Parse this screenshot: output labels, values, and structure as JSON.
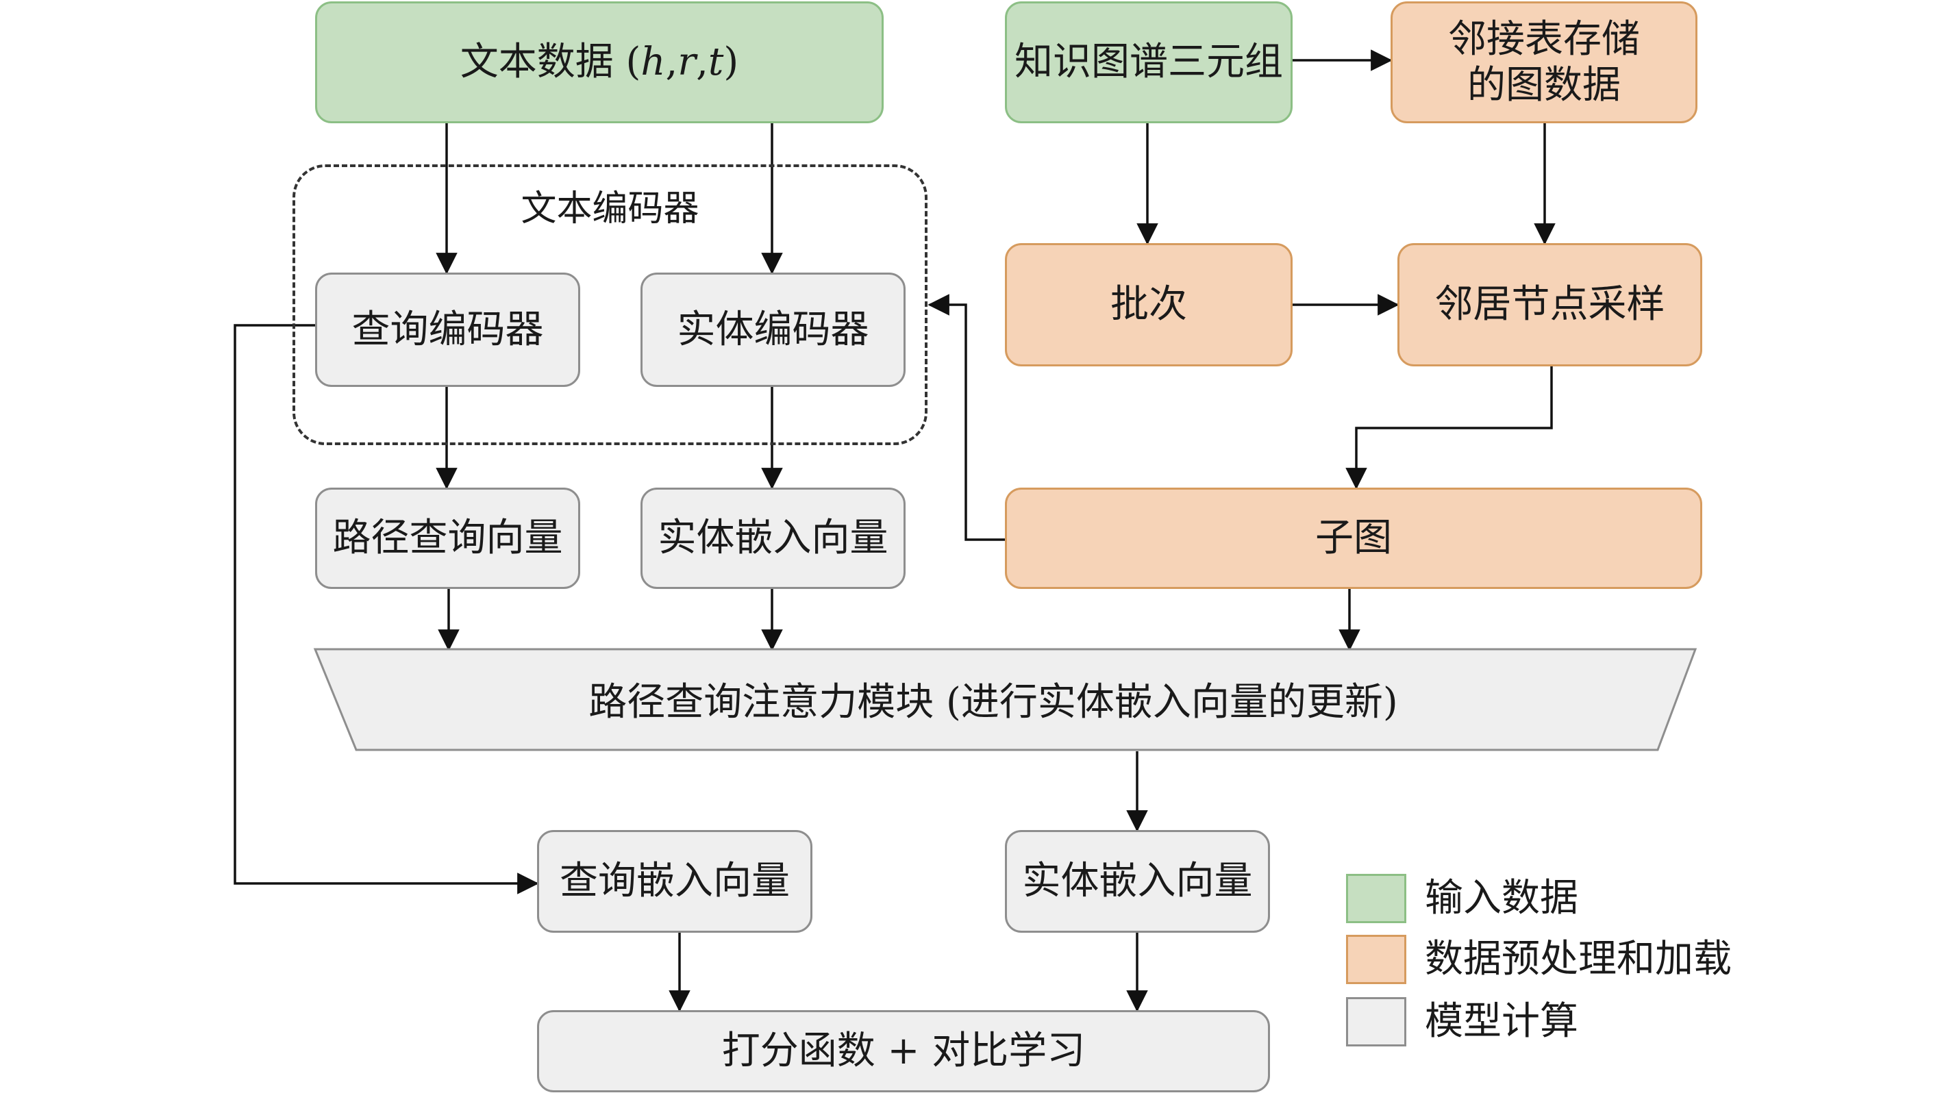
{
  "nodes": {
    "text_data": {
      "prefix": "文本数据 (",
      "h": "h",
      "sep1": ", ",
      "r": "r",
      "sep2": ", ",
      "t": "t",
      "suffix": ")"
    },
    "kg_triples": "知识图谱三元组",
    "adj_storage_line1": "邻接表存储",
    "adj_storage_line2": "的图数据",
    "text_encoder": "文本编码器",
    "query_encoder": "查询编码器",
    "entity_encoder": "实体编码器",
    "batch": "批次",
    "neighbor_sampling": "邻居节点采样",
    "path_query_vector": "路径查询向量",
    "entity_embed_vector": "实体嵌入向量",
    "subgraph": "子图",
    "attention_module": "路径查询注意力模块 (进行实体嵌入向量的更新)",
    "query_embed_vector": "查询嵌入向量",
    "entity_embed_vector_out": "实体嵌入向量",
    "scoring": "打分函数 + 对比学习"
  },
  "legend": [
    {
      "label": "输入数据",
      "color": "#c6dfc1"
    },
    {
      "label": "数据预处理和加载",
      "color": "#f6d3b7"
    },
    {
      "label": "模型计算",
      "color": "#efefef"
    }
  ],
  "colors": {
    "input": "#c6dfc1",
    "preprocess": "#f6d3b7",
    "model": "#efefef"
  }
}
